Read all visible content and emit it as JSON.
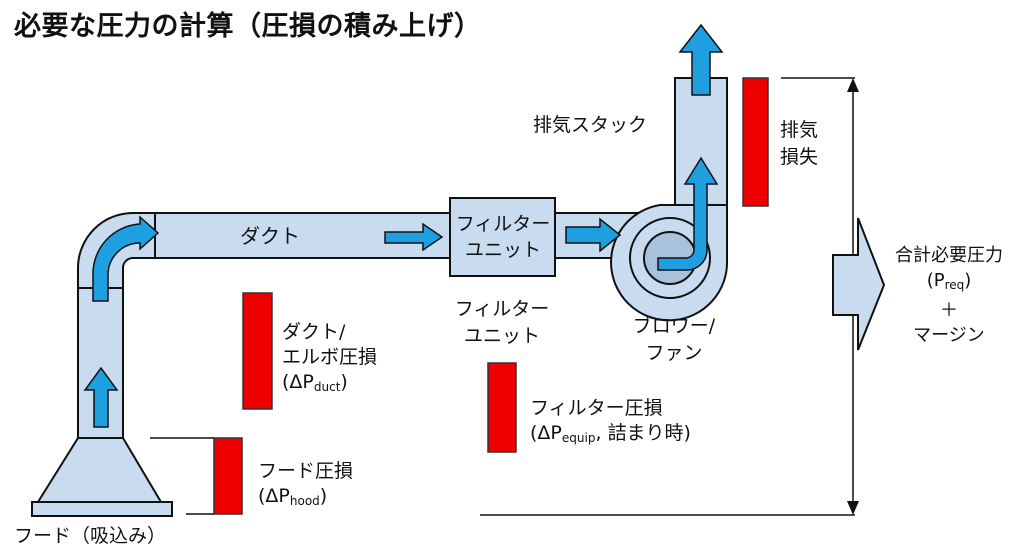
{
  "title": "必要な圧力の計算（圧損の積み上げ）",
  "colors": {
    "pipe_fill": "#c9dcef",
    "pipe_stroke": "#111111",
    "flow_arrow": "#1ea0e0",
    "loss_bar": "#ee0000",
    "fan_inner": "#a9c2dc"
  },
  "components": {
    "hood": "フード（吸込み）",
    "duct": "ダクト",
    "filter_box_line1": "フィルター",
    "filter_box_line2": "ユニット",
    "filter_label_line1": "フィルター",
    "filter_label_line2": "ユニット",
    "blower_line1": "ブロワー/",
    "blower_line2": "ファン",
    "stack": "排気スタック"
  },
  "losses": {
    "hood": {
      "line1": "フード圧損",
      "prefix": "(ΔP",
      "sub": "hood",
      "suffix": ")"
    },
    "duct": {
      "line1": "ダクト/",
      "line2": "エルボ圧損",
      "prefix": "(ΔP",
      "sub": "duct",
      "suffix": ")"
    },
    "filter": {
      "line1": "フィルター圧損",
      "prefix": "(ΔP",
      "sub": "equip",
      "suffix": ", 詰まり時)"
    },
    "exhaust": {
      "line1": "排気",
      "line2": "損失"
    }
  },
  "total": {
    "line1": "合計必要圧力",
    "prefix": "(P",
    "sub": "req",
    "suffix": ")",
    "plus": "＋",
    "line4": "マージン"
  }
}
